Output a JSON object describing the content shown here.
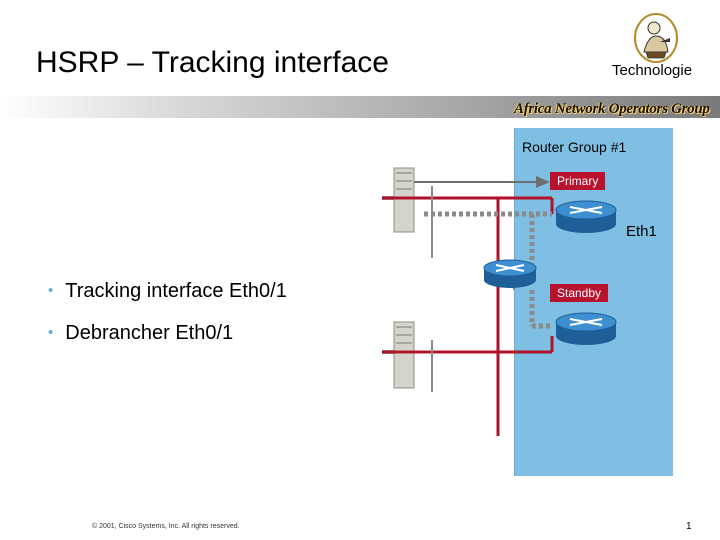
{
  "slide": {
    "title": "HSRP – Tracking interface",
    "brand": "Technologie",
    "banner_text": "Africa Network Operators Group"
  },
  "diagram": {
    "group_label": "Router Group #1",
    "primary_label": "Primary",
    "standby_label": "Standby",
    "interface_label": "Eth1",
    "colors": {
      "group_fill": "#7fbfe3",
      "tag_fill": "#b8122f",
      "link_red": "#b0122a",
      "link_gray": "#8a8a8a",
      "router": "#2f79b8",
      "server": "#d4d4cc"
    },
    "icons": [
      "server-icon",
      "router-icon",
      "arrow-icon",
      "logo-icon"
    ]
  },
  "bullets": [
    "Tracking interface Eth0/1",
    "Debrancher Eth0/1"
  ],
  "footer": {
    "copyright": "© 2001, Cisco Systems, Inc. All rights reserved.",
    "page_number": "1"
  }
}
